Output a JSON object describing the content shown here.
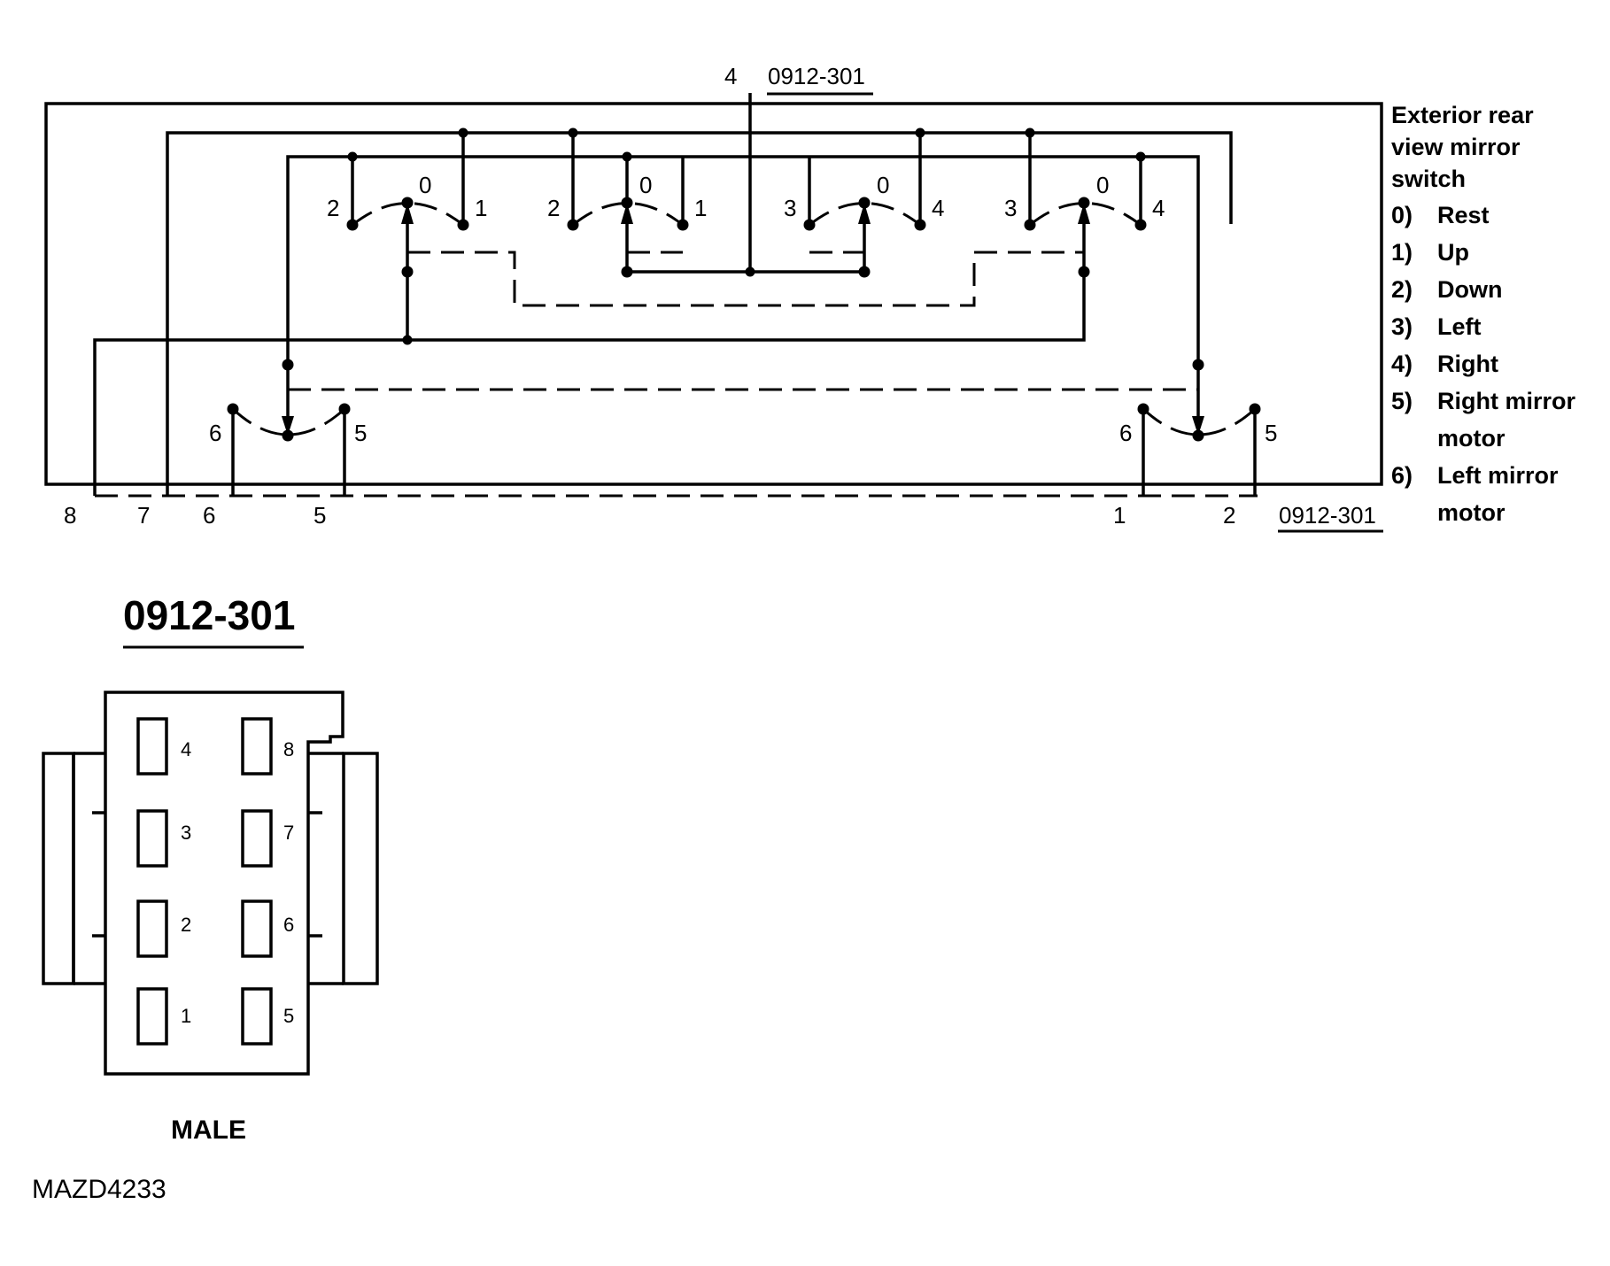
{
  "connector_id": "0912-301",
  "top_pin_label": "4",
  "bottom_pin_labels": {
    "p8": "8",
    "p7": "7",
    "p6": "6",
    "p5": "5",
    "p1": "1",
    "p2": "2"
  },
  "switch_labels": {
    "s1": {
      "left": "2",
      "mid": "0",
      "right": "1"
    },
    "s2": {
      "left": "2",
      "mid": "0",
      "right": "1"
    },
    "s3": {
      "left": "3",
      "mid": "0",
      "right": "4"
    },
    "s4": {
      "left": "3",
      "mid": "0",
      "right": "4"
    },
    "bl": {
      "left": "6",
      "right": "5"
    },
    "br": {
      "left": "6",
      "right": "5"
    }
  },
  "legend": {
    "title_lines": [
      "Exterior rear",
      "view mirror",
      "switch"
    ],
    "items": [
      {
        "num": "0)",
        "text": "Rest"
      },
      {
        "num": "1)",
        "text": "Up"
      },
      {
        "num": "2)",
        "text": "Down"
      },
      {
        "num": "3)",
        "text": "Left"
      },
      {
        "num": "4)",
        "text": "Right"
      },
      {
        "num": "5)",
        "text": "Right mirror",
        "text2": "motor"
      },
      {
        "num": "6)",
        "text": "Left mirror",
        "text2": "motor"
      }
    ]
  },
  "connector_view": {
    "title": "0912-301",
    "pins_left": [
      "4",
      "3",
      "2",
      "1"
    ],
    "pins_right": [
      "8",
      "7",
      "6",
      "5"
    ],
    "gender": "MALE"
  },
  "figure_code": "MAZD4233"
}
